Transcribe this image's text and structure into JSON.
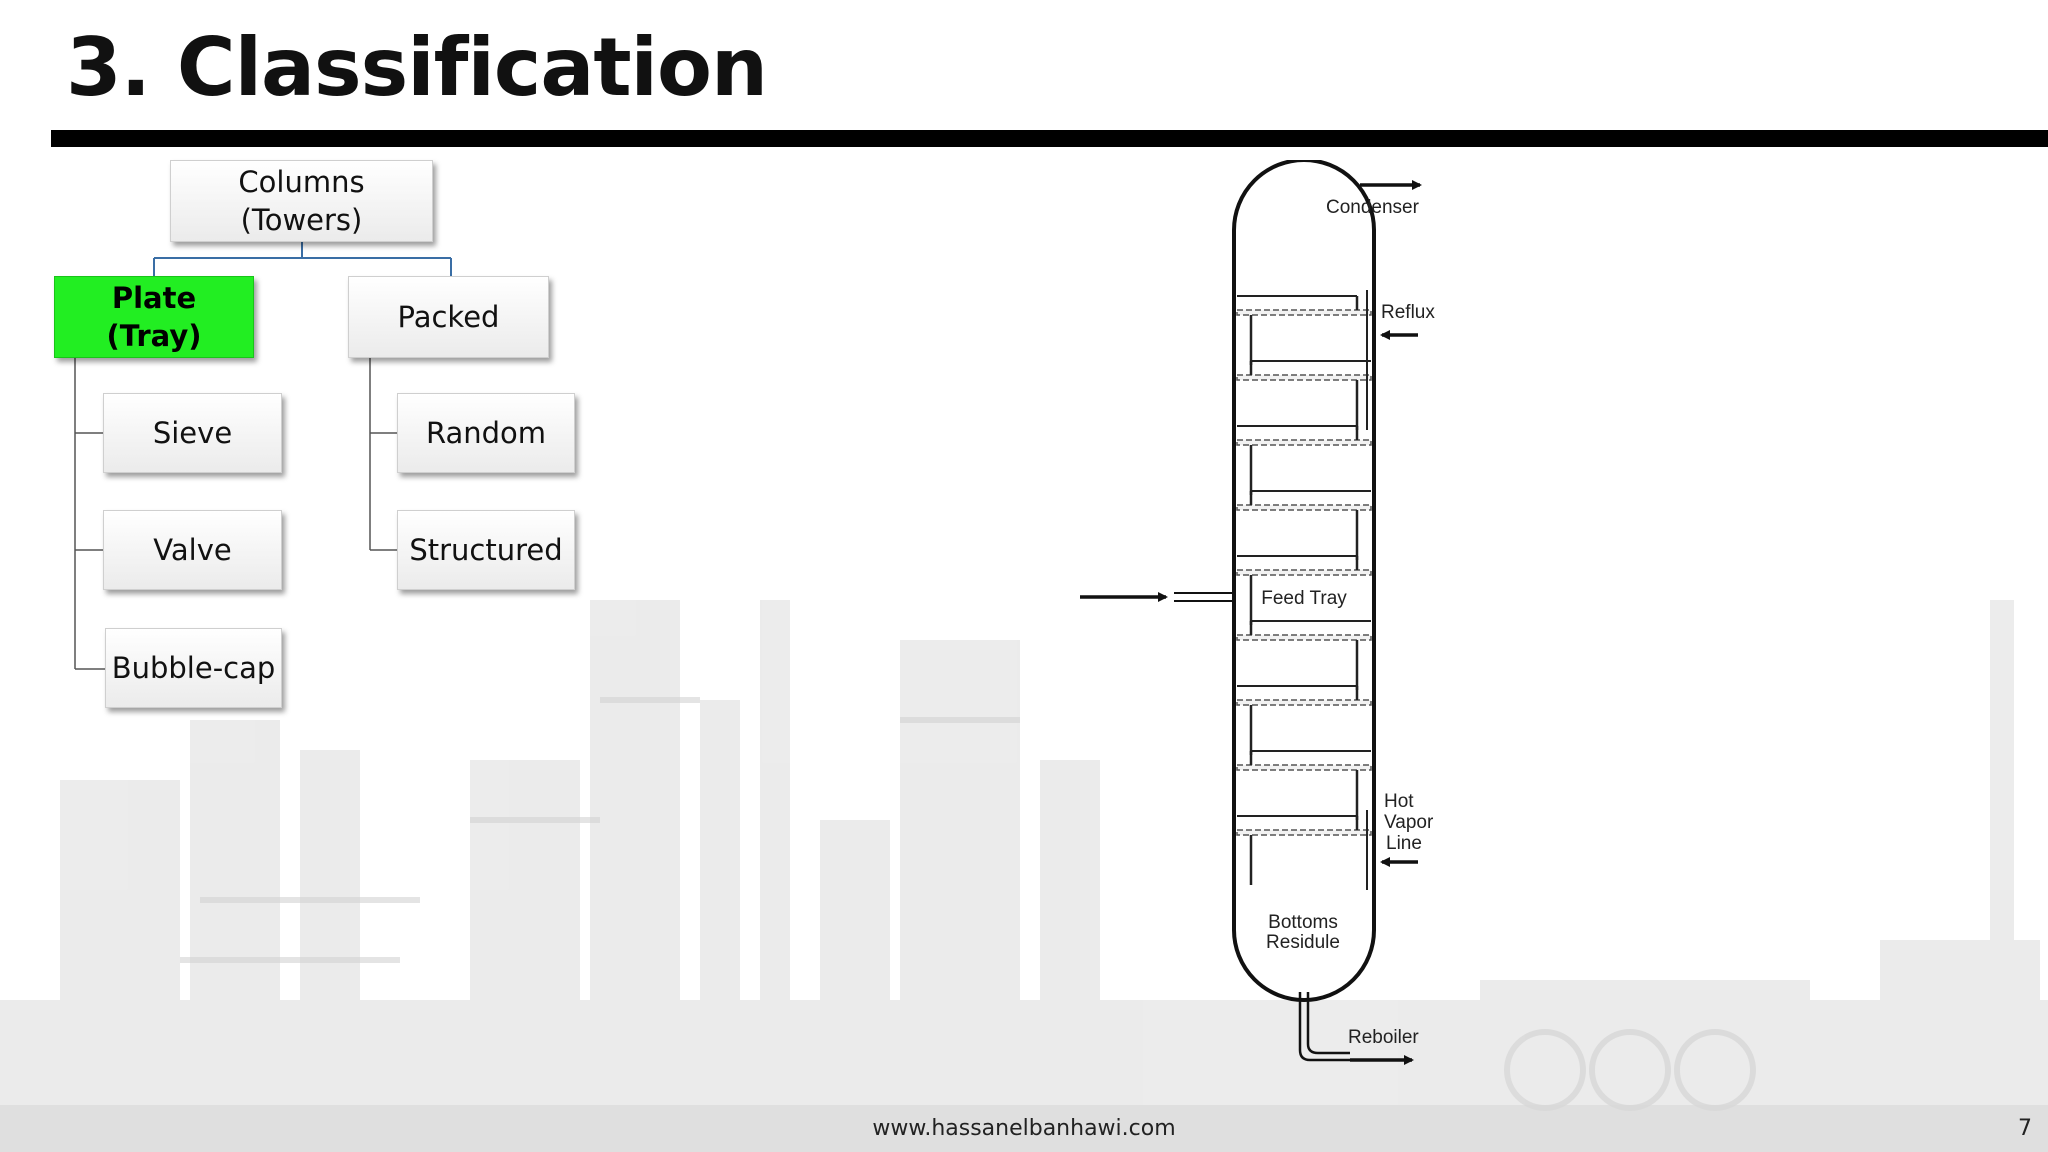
{
  "slide": {
    "title": "3. Classification",
    "footer_url": "www.hassanelbanhawi.com",
    "page_number": "7",
    "accent_color": "#22ee22"
  },
  "hierarchy": {
    "root": "Columns\n(Towers)",
    "plate": {
      "label": "Plate\n(Tray)",
      "children": [
        "Sieve",
        "Valve",
        "Bubble-cap"
      ]
    },
    "packed": {
      "label": "Packed",
      "children": [
        "Random",
        "Structured"
      ]
    }
  },
  "column_diagram": {
    "labels": {
      "condenser": "Condenser",
      "reflux": "Reflux",
      "feed_tray": "Feed Tray",
      "hot_vapor_1": "Hot",
      "hot_vapor_2": "Vapor",
      "hot_vapor_3": "Line",
      "bottoms_1": "Bottoms",
      "bottoms_2": "Residule",
      "reboiler": "Reboiler"
    },
    "tray_count": 9
  }
}
